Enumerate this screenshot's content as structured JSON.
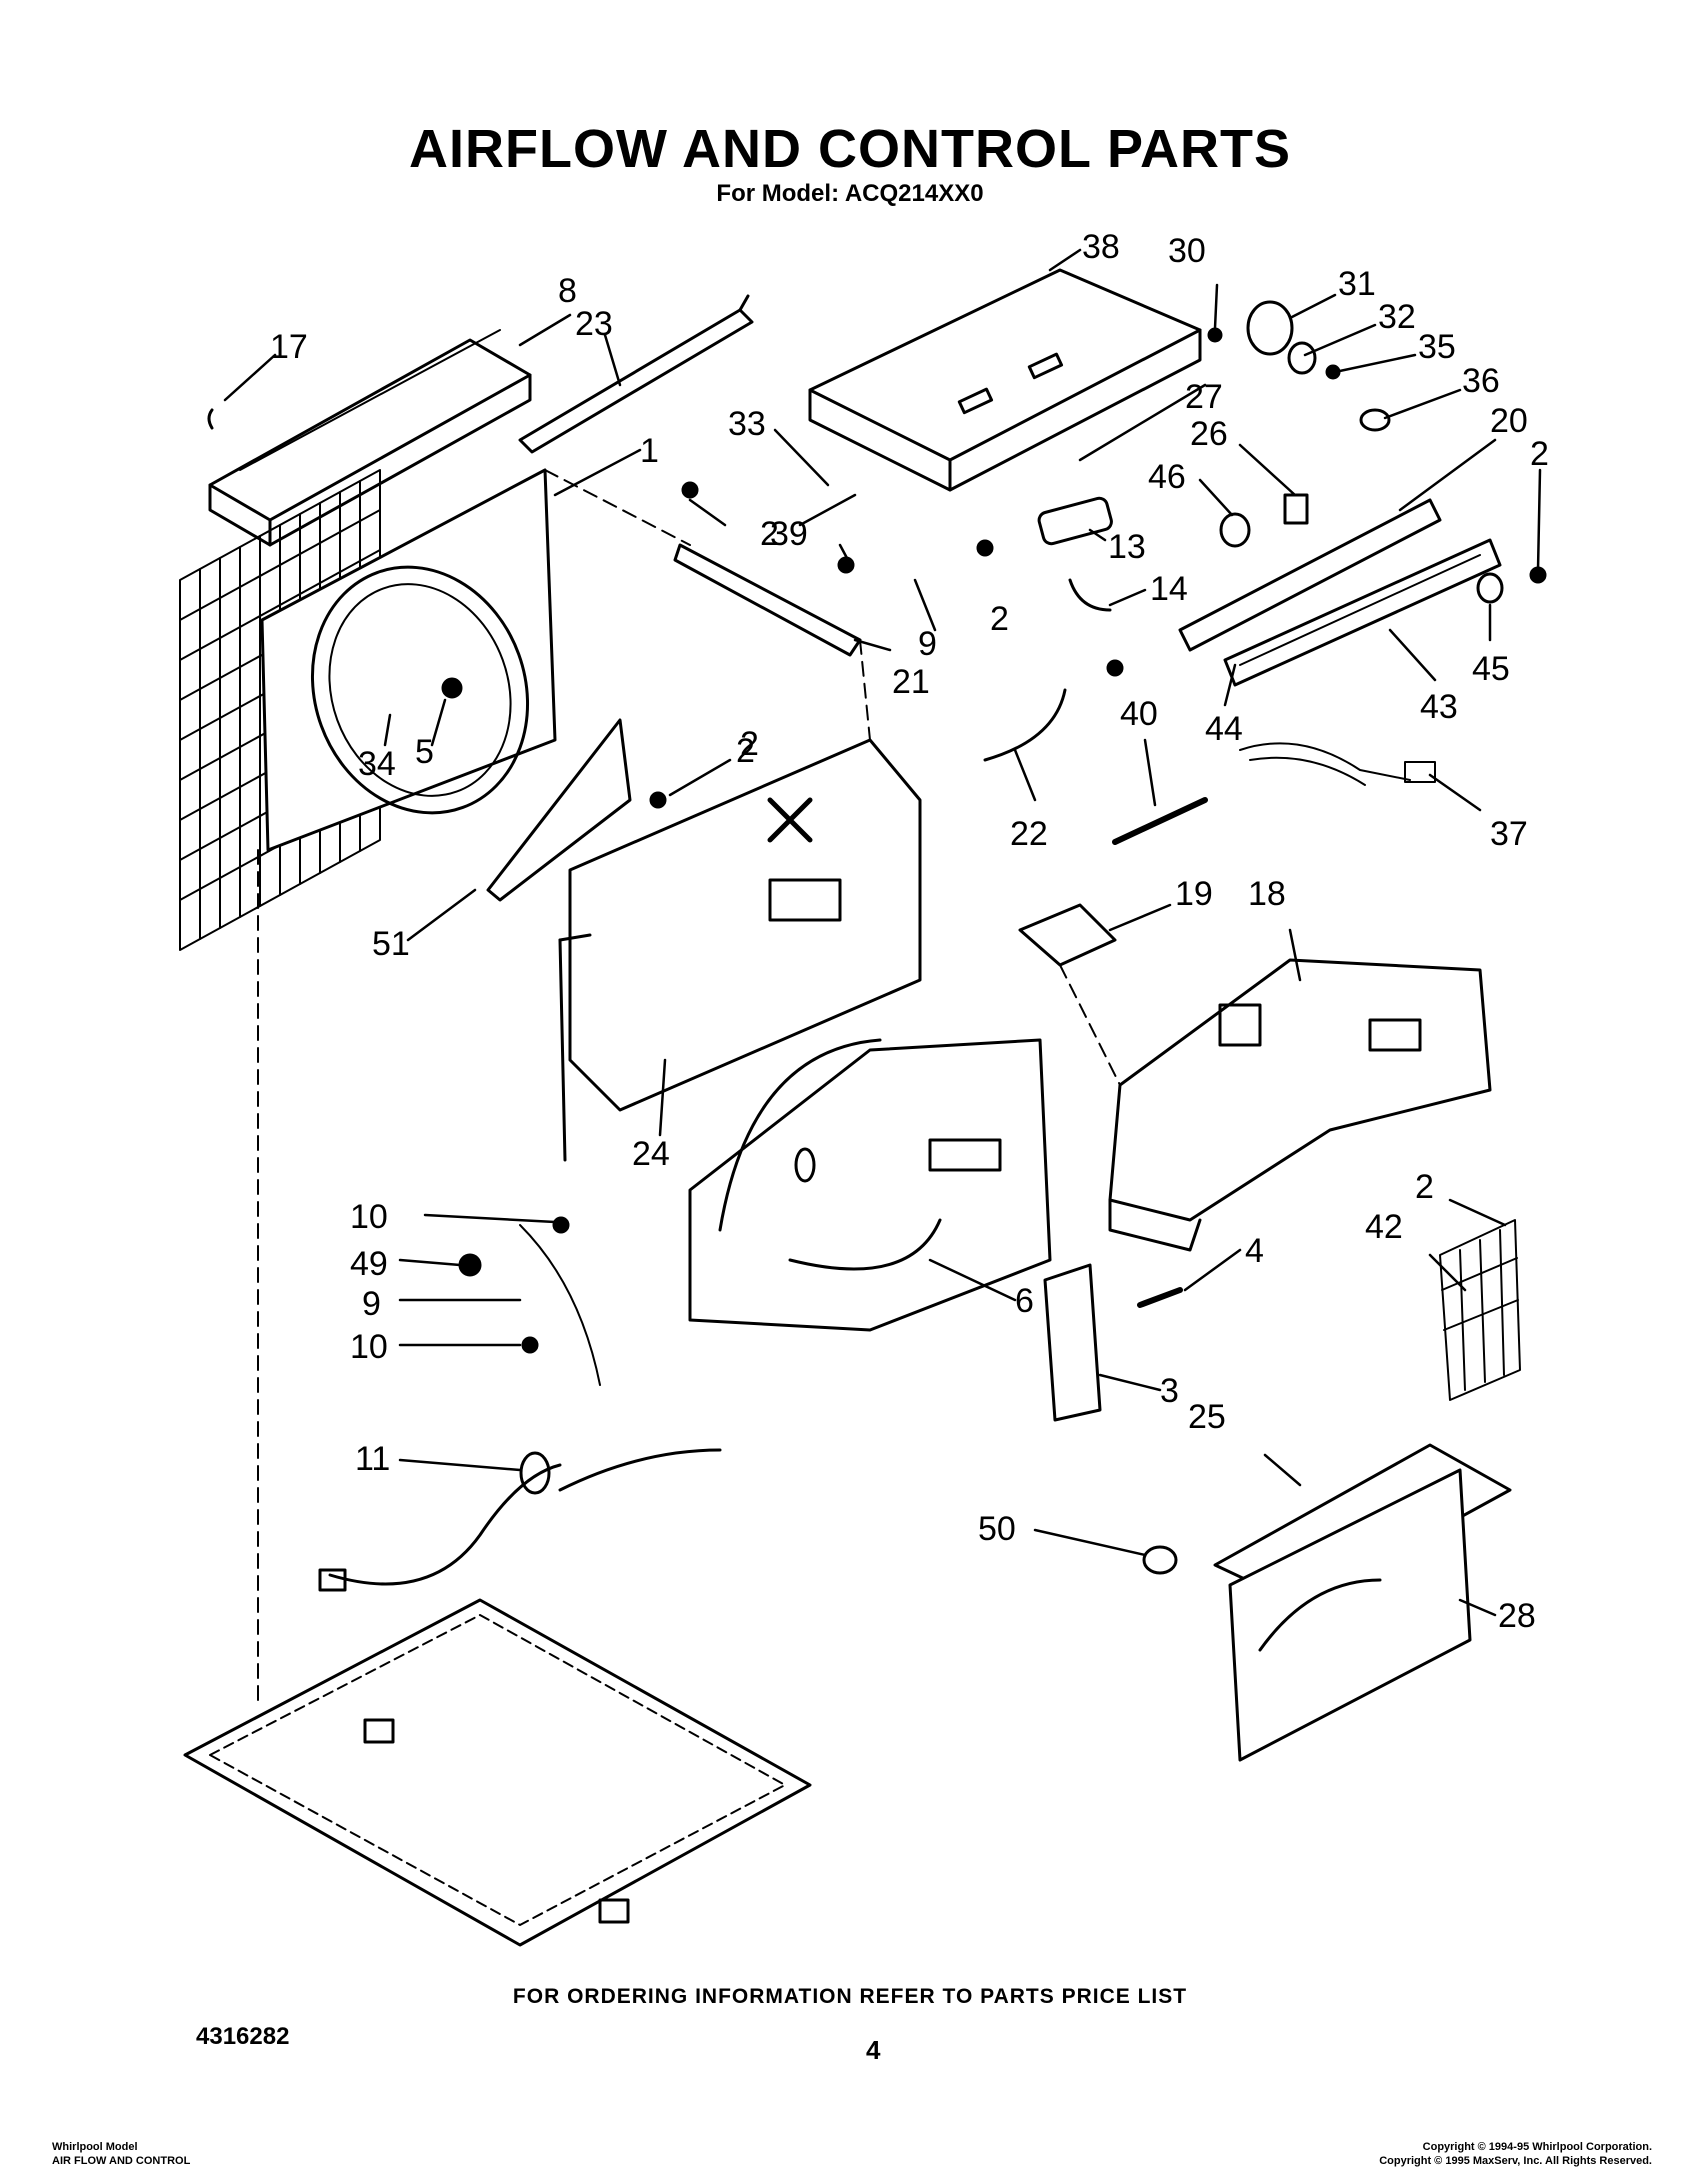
{
  "header": {
    "title": "AIRFLOW AND CONTROL PARTS",
    "model_line": "For Model: ACQ214XX0"
  },
  "callouts": {
    "c8": "8",
    "c23": "23",
    "c17": "17",
    "c1": "1",
    "c34": "34",
    "c5": "5",
    "c51": "51",
    "c2a": "2",
    "c2b": "2",
    "c2c": "2",
    "c2d": "2",
    "c2e": "2",
    "c33": "33",
    "c39": "39",
    "c9a": "9",
    "c21": "21",
    "c38": "38",
    "c27": "27",
    "c13": "13",
    "c14": "14",
    "c30": "30",
    "c31": "31",
    "c32": "32",
    "c35": "35",
    "c36": "36",
    "c26": "26",
    "c46": "46",
    "c20": "20",
    "c45": "45",
    "c43": "43",
    "c44": "44",
    "c37": "37",
    "c22": "22",
    "c40": "40",
    "c19": "19",
    "c18": "18",
    "c24": "24",
    "c10a": "10",
    "c49": "49",
    "c9b": "9",
    "c10b": "10",
    "c11": "11",
    "c6": "6",
    "c4": "4",
    "c3": "3",
    "c25": "25",
    "c42": "42",
    "c2f": "2",
    "c50": "50",
    "c28": "28"
  },
  "footer": {
    "ordering_note": "FOR ORDERING INFORMATION REFER TO PARTS PRICE LIST",
    "doc_number": "4316282",
    "page_number": "4",
    "left_line1": "Whirlpool Model",
    "left_line2": "AIR FLOW AND CONTROL",
    "right_line1": "Copyright © 1994-95 Whirlpool Corporation.",
    "right_line2": "Copyright © 1995 MaxServ, Inc.  All Rights Reserved."
  }
}
